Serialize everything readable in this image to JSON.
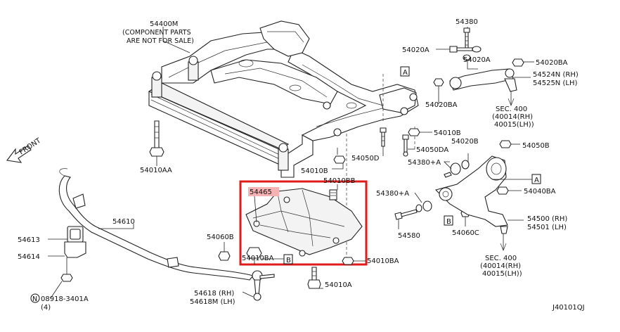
{
  "labels": {
    "p54400m": "54400M",
    "component_note_1": "(COMPONENT PARTS",
    "component_note_2": "ARE NOT FOR SALE)",
    "p54380_top": "54380",
    "p54020a_1": "54020A",
    "p54020a_2": "54020A",
    "p54020ba_1": "54020BA",
    "p54524n": "54524N (RH)",
    "p54525n": "54525N (LH)",
    "p54020ba_2": "54020BA",
    "sec400_top": "SEC. 400",
    "sec400_top_rh": "(40014(RH)",
    "sec400_top_lh": "40015(LH))",
    "p54010b_1": "54010B",
    "p54050da": "54050DA",
    "p54020b": "54020B",
    "p54050b": "54050B",
    "p54050d": "54050D",
    "p54380a_1": "54380+A",
    "p54010b_2": "54010B",
    "p54010aa": "54010AA",
    "front": "FRONT",
    "p54465": "54465",
    "p54010bb": "54010BB",
    "p54040ba": "54040BA",
    "p54380a_2": "54380+A",
    "p54500": "54500 (RH)",
    "p54501": "54501 (LH)",
    "p54580": "54580",
    "p54060c": "54060C",
    "p54060b": "54060B",
    "p54010ba_1": "54010BA",
    "p54010ba_2": "54010BA",
    "p54010a": "54010A",
    "p54610": "54610",
    "p54613": "54613",
    "p54614": "54614",
    "p54618": "54618 (RH)",
    "p54618m": "54618M (LH)",
    "p08918": "08918-3401A",
    "p08918_qty": "(4)",
    "sec400_bot": "SEC. 400",
    "sec400_bot_rh": "(40014(RH)",
    "sec400_bot_lh": "40015(LH))",
    "ref_a_1": "A",
    "ref_a_2": "A",
    "ref_b_1": "B",
    "ref_b_2": "B",
    "n_mark": "N",
    "diagram_code": "J40101QJ"
  },
  "highlight": {
    "part": "54465",
    "frame_color": "#e01b1b",
    "label_fill": "#f6b3b3"
  }
}
